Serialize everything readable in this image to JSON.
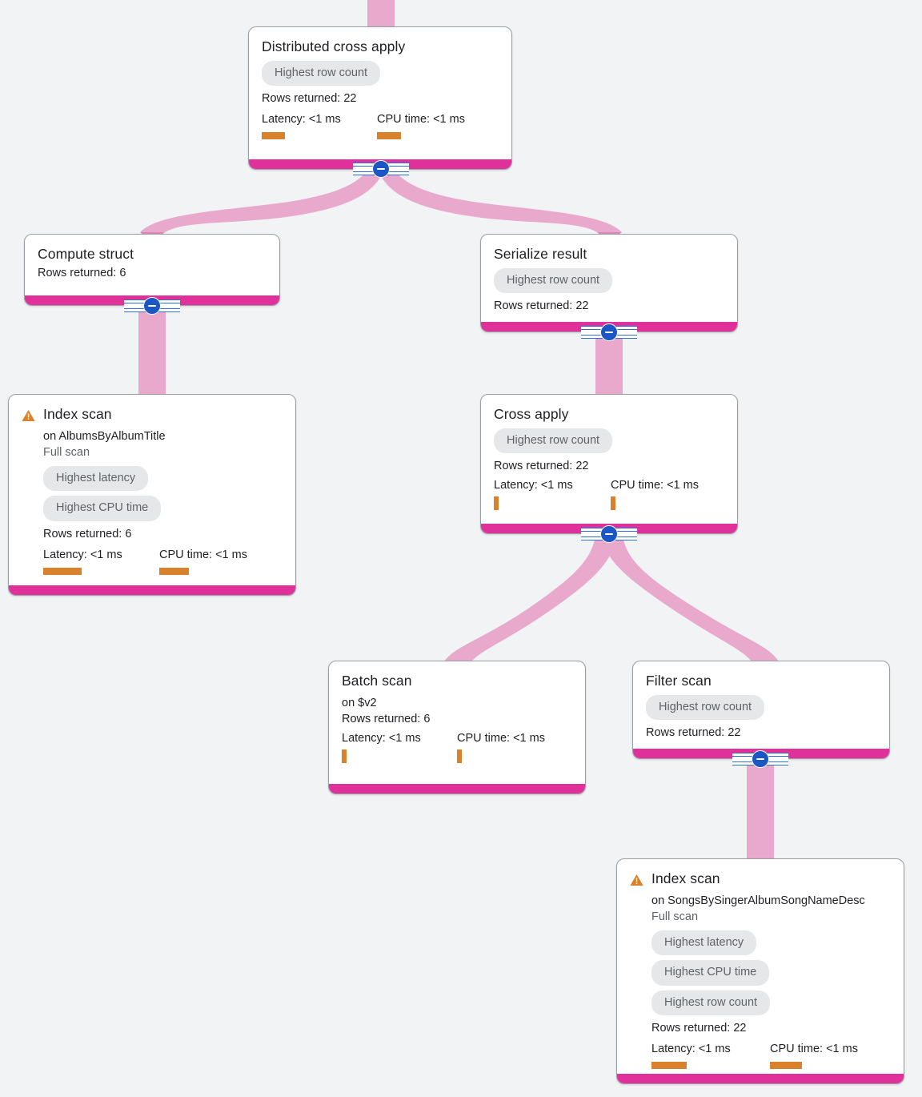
{
  "theme": {
    "background": "#f1f3f4",
    "node_background": "#ffffff",
    "node_border": "#9aa0a6",
    "node_footer_accent": "#e0309a",
    "edge_color": "#e8a9cd",
    "edge_arrow_color": "#dc86bb",
    "metric_bar_color": "#d9822b",
    "badge_background": "#e6e7e9",
    "badge_text": "#5f6368",
    "collapse_circle": "#1a56c4",
    "warning_icon": "#d9822b"
  },
  "labels": {
    "rows_returned_prefix": "Rows returned: ",
    "latency_prefix": "Latency: ",
    "cpu_prefix": "CPU time: ",
    "on_prefix": "on "
  },
  "nodes": [
    {
      "id": "distributed-cross-apply",
      "title": "Distributed cross apply",
      "warning": false,
      "badges": [
        "Highest row count"
      ],
      "rows_returned": "Rows returned: 22",
      "latency": "Latency: <1 ms",
      "cpu_time": "CPU time: <1 ms",
      "latency_bar_width": 29,
      "cpu_bar_width": 30,
      "collapsed": false
    },
    {
      "id": "compute-struct",
      "title": "Compute struct",
      "warning": false,
      "badges": [],
      "rows_returned": "Rows returned: 6",
      "collapsed": false
    },
    {
      "id": "serialize-result",
      "title": "Serialize result",
      "warning": false,
      "badges": [
        "Highest row count"
      ],
      "rows_returned": "Rows returned: 22",
      "collapsed": false
    },
    {
      "id": "index-scan-albums",
      "title": "Index scan",
      "warning": true,
      "subtitle": "on AlbumsByAlbumTitle",
      "scan_type": "Full scan",
      "badges": [
        "Highest latency",
        "Highest CPU time"
      ],
      "rows_returned": "Rows returned: 6",
      "latency": "Latency: <1 ms",
      "cpu_time": "CPU time: <1 ms",
      "latency_bar_width": 48,
      "cpu_bar_width": 37,
      "collapsed": false
    },
    {
      "id": "cross-apply",
      "title": "Cross apply",
      "warning": false,
      "badges": [
        "Highest row count"
      ],
      "rows_returned": "Rows returned: 22",
      "latency": "Latency: <1 ms",
      "cpu_time": "CPU time: <1 ms",
      "latency_bar_width": 6,
      "cpu_bar_width": 6,
      "collapsed": false
    },
    {
      "id": "batch-scan",
      "title": "Batch scan",
      "warning": false,
      "subtitle": "on $v2",
      "badges": [],
      "rows_returned": "Rows returned: 6",
      "latency": "Latency: <1 ms",
      "cpu_time": "CPU time: <1 ms",
      "latency_bar_width": 6,
      "cpu_bar_width": 6,
      "collapsed": false
    },
    {
      "id": "filter-scan",
      "title": "Filter scan",
      "warning": false,
      "badges": [
        "Highest row count"
      ],
      "rows_returned": "Rows returned: 22",
      "collapsed": false
    },
    {
      "id": "index-scan-songs",
      "title": "Index scan",
      "warning": true,
      "subtitle": "on SongsBySingerAlbumSongNameDesc",
      "scan_type": "Full scan",
      "badges": [
        "Highest latency",
        "Highest CPU time",
        "Highest row count"
      ],
      "rows_returned": "Rows returned: 22",
      "latency": "Latency: <1 ms",
      "cpu_time": "CPU time: <1 ms",
      "latency_bar_width": 44,
      "cpu_bar_width": 40,
      "collapsed": false
    }
  ]
}
